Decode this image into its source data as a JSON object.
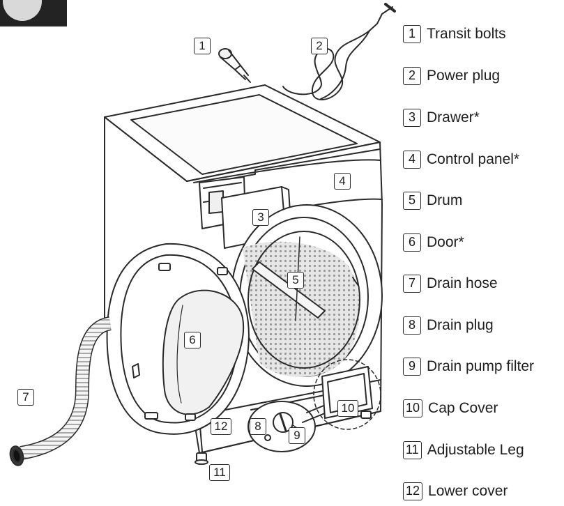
{
  "legend": [
    {
      "num": "1",
      "label": "Transit bolts"
    },
    {
      "num": "2",
      "label": "Power plug"
    },
    {
      "num": "3",
      "label": "Drawer*"
    },
    {
      "num": "4",
      "label": "Control panel*"
    },
    {
      "num": "5",
      "label": "Drum"
    },
    {
      "num": "6",
      "label": "Door*"
    },
    {
      "num": "7",
      "label": "Drain hose"
    },
    {
      "num": "8",
      "label": "Drain plug"
    },
    {
      "num": "9",
      "label": "Drain pump filter"
    },
    {
      "num": "10",
      "label": "Cap Cover"
    },
    {
      "num": "11",
      "label": "Adjustable Leg"
    },
    {
      "num": "12",
      "label": "Lower cover"
    }
  ],
  "callouts": {
    "transit_bolts": "1",
    "power_plug": "2",
    "drawer": "3",
    "control_panel": "4",
    "drum": "5",
    "door": "6",
    "drain_hose": "7",
    "drain_plug": "8",
    "drain_pump_filter": "9",
    "cap_cover": "10",
    "adjustable_leg": "11",
    "lower_cover": "12"
  },
  "icons": [
    "washing-machine-illustration",
    "transit-bolt-icon",
    "power-plug-icon"
  ],
  "colors": {
    "line": "#2a2a2a",
    "page": "#ffffff",
    "corner": "#232323"
  }
}
